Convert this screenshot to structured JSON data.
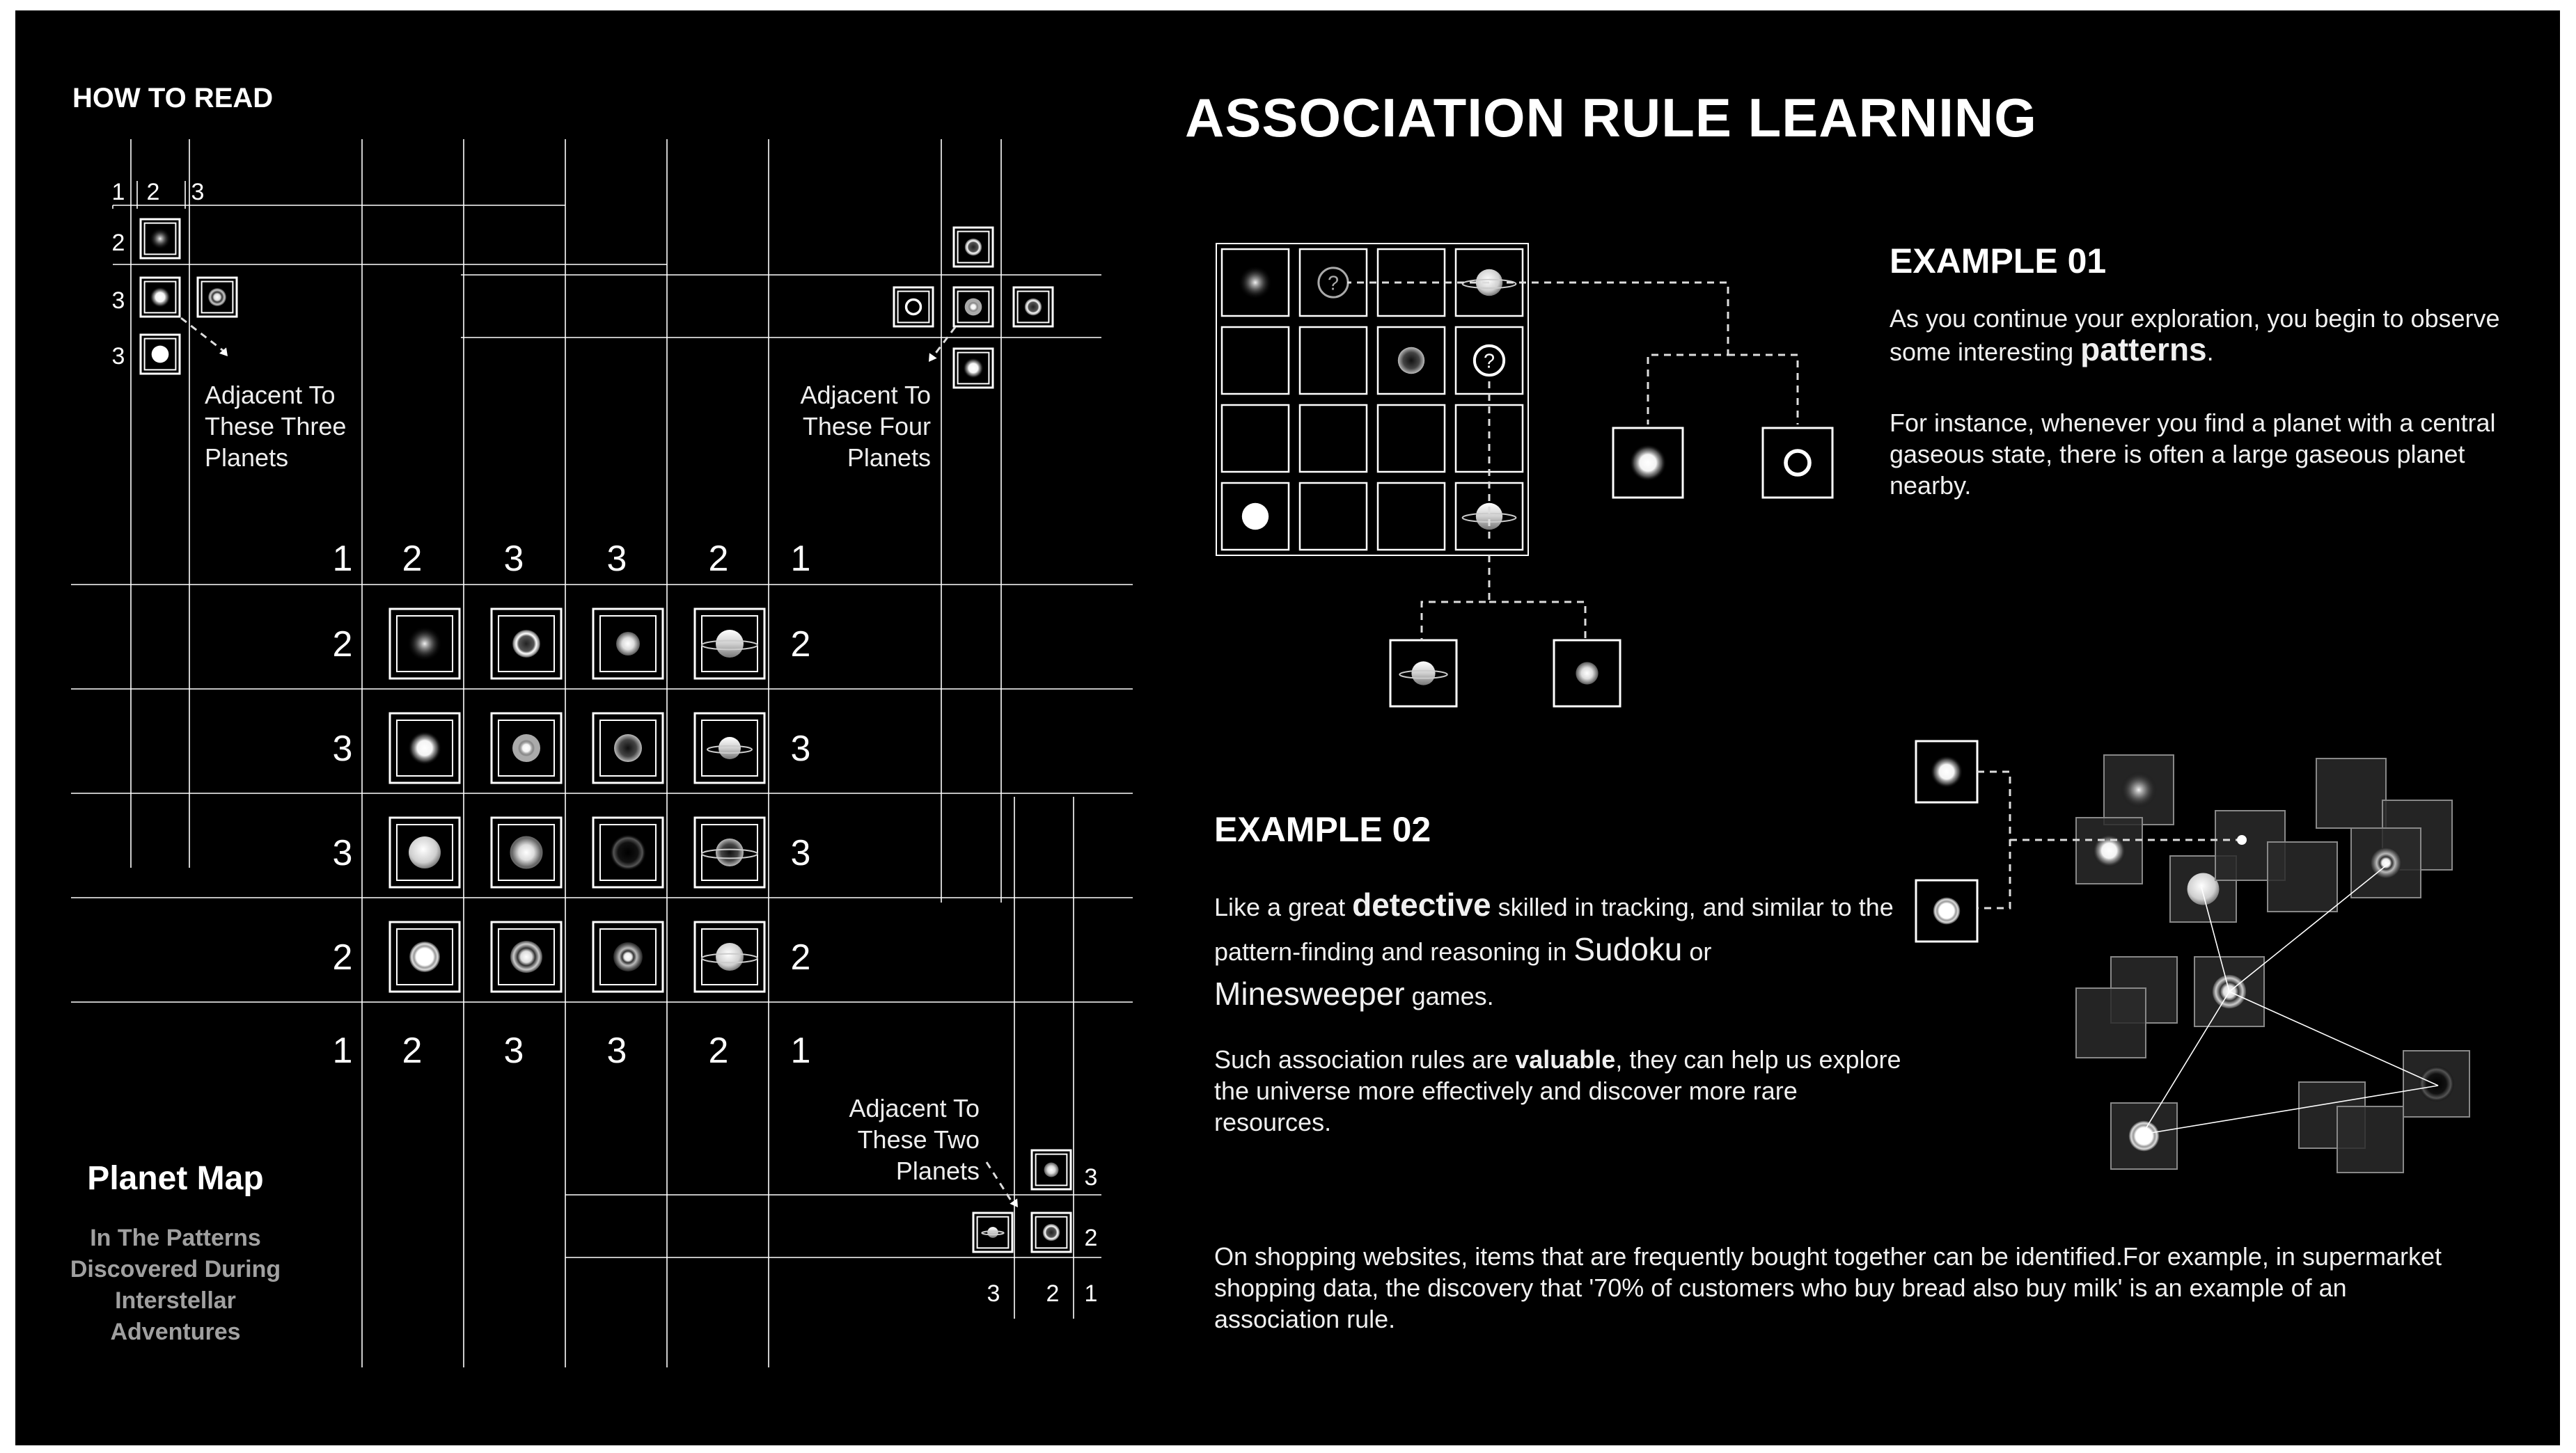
{
  "how_to_read": "HOW TO READ",
  "title": "ASSOCIATION RULE LEARNING",
  "examples": {
    "ex1": {
      "heading": "EXAMPLE 01",
      "p1_pre": "As you continue your exploration, you begin to observe some interesting ",
      "p1_em": "patterns",
      "p1_post": ".",
      "p2": "For instance, whenever you find a planet with a central gaseous state, there is often a large gaseous planet nearby."
    },
    "ex2": {
      "heading": "EXAMPLE 02",
      "p1_a": "Like a great ",
      "p1_em": "detective",
      "p1_b": " skilled in tracking, and similar to the pattern-finding and reasoning in ",
      "p1_sudoku": "Sudoku",
      "p1_c": " or ",
      "p1_mine": "Minesweeper",
      "p1_d": " games.",
      "p2_a": "Such association rules are ",
      "p2_strong": "valuable",
      "p2_b": ", they can help us explore the universe more effectively and discover more rare resources."
    }
  },
  "shopping_note": "On shopping websites, items that are frequently bought together can be identified.For example, in supermarket shopping data, the discovery that '70% of customers who buy bread also buy milk' is an example of an association rule.",
  "captions": {
    "three": [
      "Adjacent To",
      "These Three",
      "Planets"
    ],
    "four": [
      "Adjacent To",
      "These Four",
      "Planets"
    ],
    "two": [
      "Adjacent To",
      "These Two",
      "Planets"
    ]
  },
  "planet_map": {
    "title": "Planet Map",
    "subtitle": [
      "In The Patterns",
      "Discovered During",
      "Interstellar",
      "Adventures"
    ]
  },
  "legend_numbers": {
    "top": [
      "1",
      "2",
      "3"
    ],
    "left": [
      "2",
      "3",
      "3"
    ],
    "bottom": [
      "3",
      "2",
      "1"
    ],
    "right": [
      "3",
      "2"
    ]
  },
  "grid_numbers": {
    "top": [
      "1",
      "2",
      "3",
      "3",
      "2",
      "1"
    ],
    "bottom": [
      "1",
      "2",
      "3",
      "3",
      "2",
      "1"
    ],
    "left": [
      "2",
      "3",
      "3",
      "2"
    ],
    "right": [
      "2",
      "3",
      "3",
      "2"
    ]
  },
  "planet_grid": [
    [
      "soft-glow",
      "ring",
      "small-core",
      "ringed"
    ],
    [
      "bright-core",
      "medium-core",
      "dark-core",
      "ringed-small"
    ],
    [
      "large-bright",
      "large-core",
      "dark-ring",
      "ringed-dark"
    ],
    [
      "halo",
      "ring-halo",
      "target",
      "ringed-bright"
    ]
  ],
  "colors": {
    "background": "#000000",
    "page": "#ffffff",
    "line": "#ffffff",
    "muted_text": "#a0a0a0"
  }
}
